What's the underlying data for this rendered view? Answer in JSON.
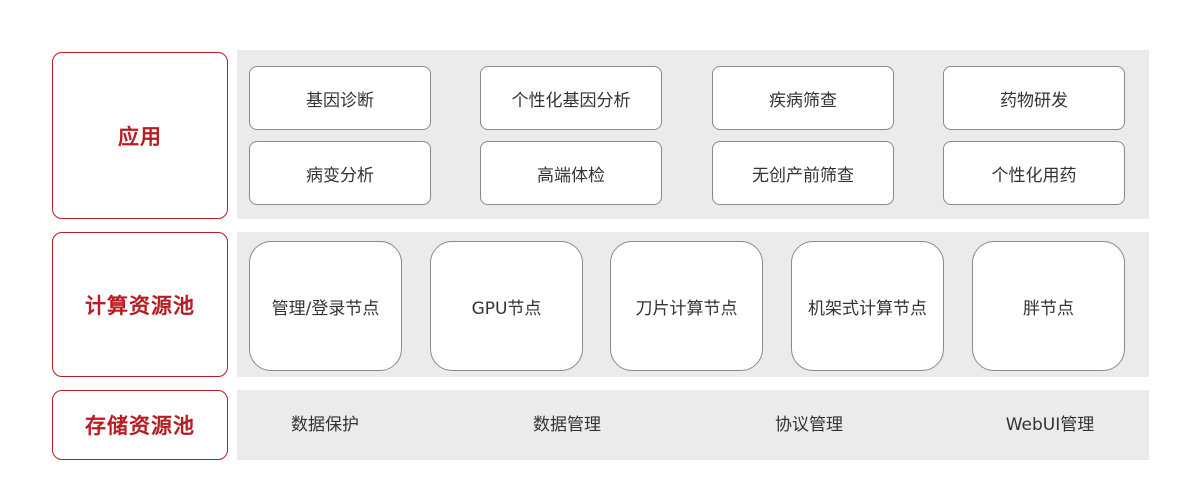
{
  "layers": {
    "application": {
      "label": "应用",
      "items": [
        "基因诊断",
        "个性化基因分析",
        "疾病筛查",
        "药物研发",
        "病变分析",
        "高端体检",
        "无创产前筛查",
        "个性化用药"
      ]
    },
    "compute": {
      "label": "计算资源池",
      "items": [
        "管理/登录节点",
        "GPU节点",
        "刀片计算节点",
        "机架式计算节点",
        "胖节点"
      ]
    },
    "storage": {
      "label": "存储资源池",
      "items": [
        "数据保护",
        "数据管理",
        "协议管理",
        "WebUI管理"
      ]
    }
  },
  "colors": {
    "accent": "#b81c22",
    "panel_bg": "#ebebeb",
    "card_border": "#8a8a8a",
    "text": "#333333"
  }
}
